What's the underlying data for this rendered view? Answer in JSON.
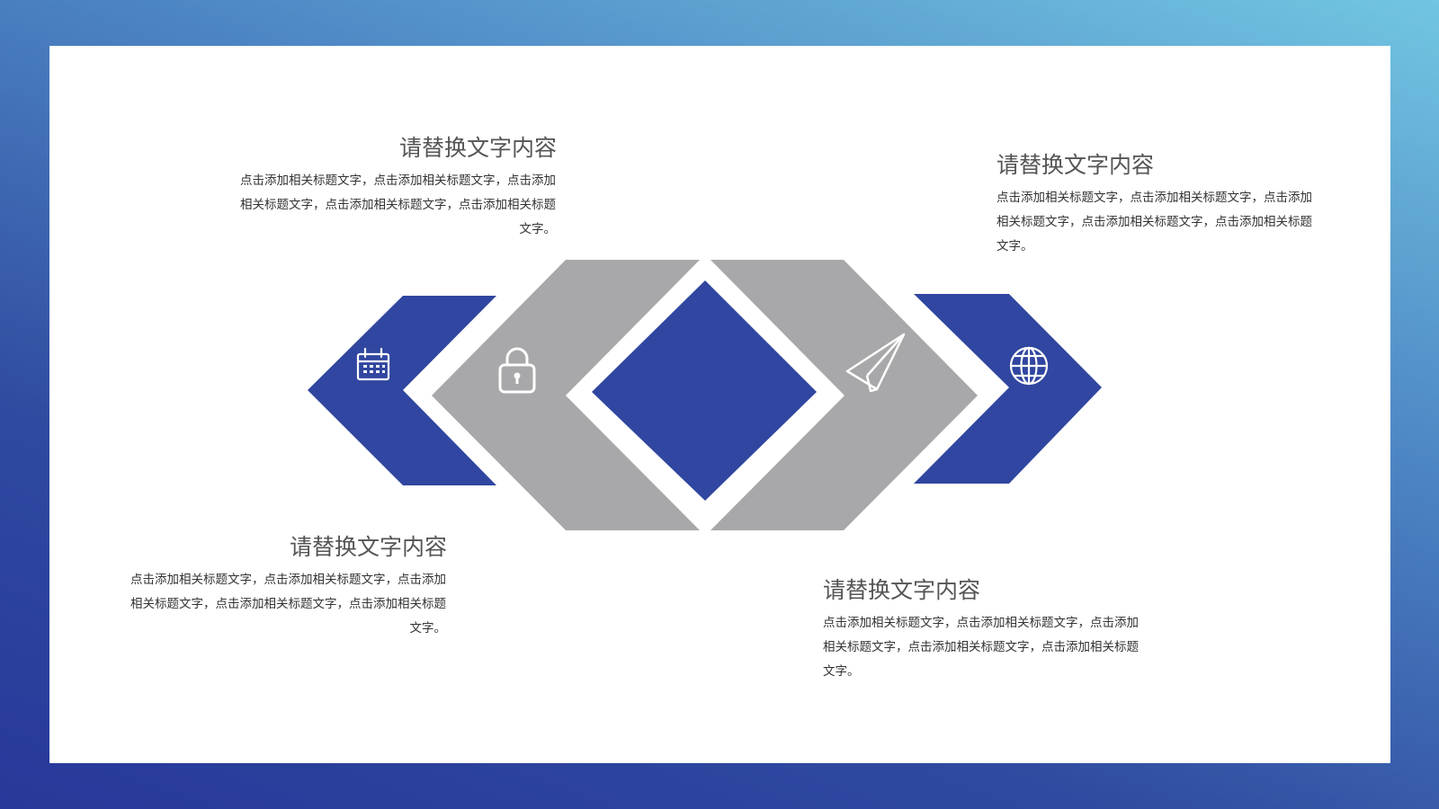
{
  "colors": {
    "blue": "#3046a0",
    "gray": "#a8a7a9",
    "white": "#ffffff"
  },
  "icons": {
    "left_outer": "calendar-icon",
    "left_inner": "lock-icon",
    "right_inner": "paper-plane-icon",
    "right_outer": "globe-icon"
  },
  "blocks": [
    {
      "title": "请替换文字内容",
      "text": "点击添加相关标题文字，点击添加相关标题文字，点击添加相关标题文字，点击添加相关标题文字，点击添加相关标题文字。"
    },
    {
      "title": "请替换文字内容",
      "text": "点击添加相关标题文字，点击添加相关标题文字，点击添加相关标题文字，点击添加相关标题文字，点击添加相关标题文字。"
    },
    {
      "title": "请替换文字内容",
      "text": "点击添加相关标题文字，点击添加相关标题文字，点击添加相关标题文字，点击添加相关标题文字，点击添加相关标题文字。"
    },
    {
      "title": "请替换文字内容",
      "text": "点击添加相关标题文字，点击添加相关标题文字，点击添加相关标题文字，点击添加相关标题文字，点击添加相关标题文字。"
    }
  ]
}
